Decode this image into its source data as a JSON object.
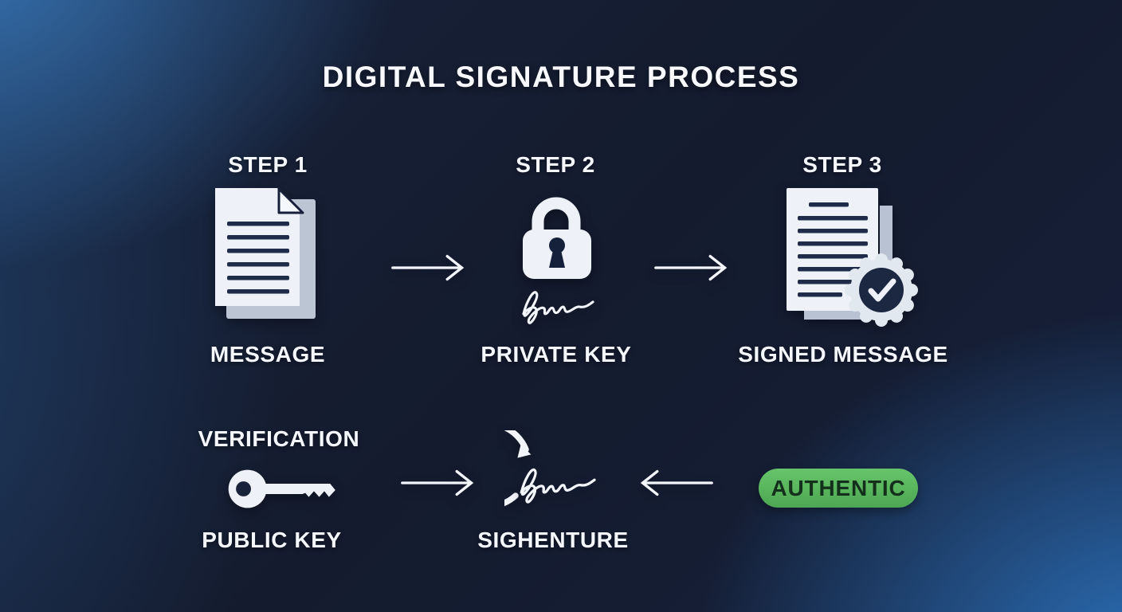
{
  "title": "DIGITAL SIGNATURE PROCESS",
  "steps": [
    {
      "label": "STEP 1",
      "caption": "MESSAGE",
      "icon": "document-icon"
    },
    {
      "label": "STEP 2",
      "caption": "PRIVATE KEY",
      "icon": "padlock-signature-icon"
    },
    {
      "label": "STEP 3",
      "caption": "SIGNED MESSAGE",
      "icon": "signed-document-icon"
    }
  ],
  "verification": {
    "header": "VERIFICATION",
    "key_caption": "PUBLIC KEY",
    "key_icon": "key-icon",
    "center_caption": "SIGHENTURE",
    "center_icon": "circular-arrow-signature-icon",
    "badge_label": "AUTHENTIC"
  },
  "colors": {
    "background_center": "#141b2e",
    "background_glow_blue": "#2f78c0",
    "icon_fill": "#eef2f8",
    "icon_back_fill": "#bcc5d4",
    "document_lines": "#1e2c49",
    "badge_green": "#5cb95f",
    "badge_text": "#14301c",
    "text": "#f5f7fb"
  }
}
